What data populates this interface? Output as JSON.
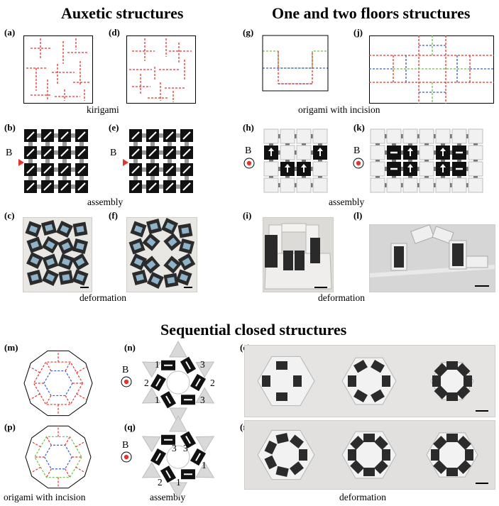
{
  "titles": {
    "auxetic": "Auxetic structures",
    "floors": "One and two floors structures",
    "sequential": "Sequential closed structures"
  },
  "labels": {
    "a": "(a)",
    "b": "(b)",
    "c": "(c)",
    "d": "(d)",
    "e": "(e)",
    "f": "(f)",
    "g": "(g)",
    "h": "(h)",
    "i": "(i)",
    "j": "(j)",
    "k": "(k)",
    "l": "(l)",
    "m": "(m)",
    "n": "(n)",
    "o": "(o)",
    "p": "(p)",
    "q": "(q)",
    "r": "(r)"
  },
  "captions": {
    "kirigami": "kirigami",
    "origami_incision_top": "origami with incision",
    "assembly_left": "assembly",
    "assembly_right": "assembly",
    "deformation_left": "deformation",
    "deformation_right": "deformation",
    "origami_incision_bottom": "origami with incision",
    "assembly_bottom": "assembly",
    "deformation_bottom": "deformation"
  },
  "field_symbols": {
    "b": "B",
    "e": "B",
    "h": "B",
    "k": "B",
    "n": "B",
    "q": "B"
  },
  "numbers": {
    "n": [
      "1",
      "3",
      "2",
      "2",
      "1",
      "3"
    ],
    "q": [
      "3",
      "3",
      "1",
      "2",
      "1"
    ]
  },
  "colors": {
    "cut_red": "#e8332d",
    "fold_blue": "#3a5fd0",
    "fold_green": "#6fbf4a",
    "arrow_red": "#e8332d",
    "arrow_blue": "#3b6fd1",
    "magnet_black": "#111111"
  }
}
